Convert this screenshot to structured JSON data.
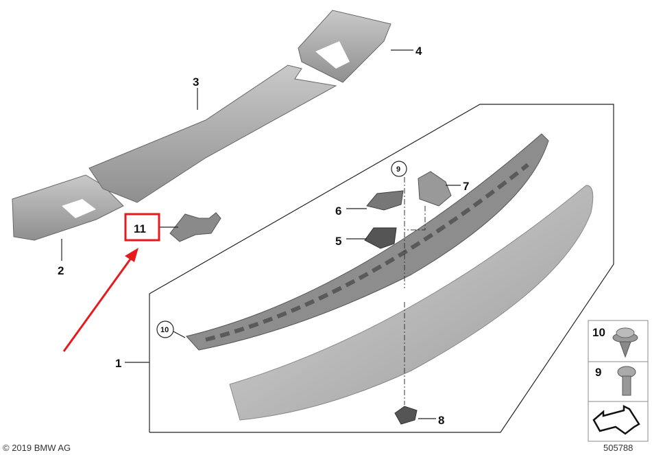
{
  "diagram": {
    "callouts": {
      "c1": "1",
      "c2": "2",
      "c3": "3",
      "c4": "4",
      "c5": "5",
      "c6": "6",
      "c7": "7",
      "c8": "8",
      "c9": "9",
      "c10": "10",
      "c11": "11"
    },
    "legend": {
      "row1_label": "10",
      "row2_label": "9",
      "row3_icon": "arrow-direction-icon"
    },
    "highlight_color": "#e8191c",
    "copyright": "© 2019 BMW AG",
    "diagram_number": "505788"
  }
}
